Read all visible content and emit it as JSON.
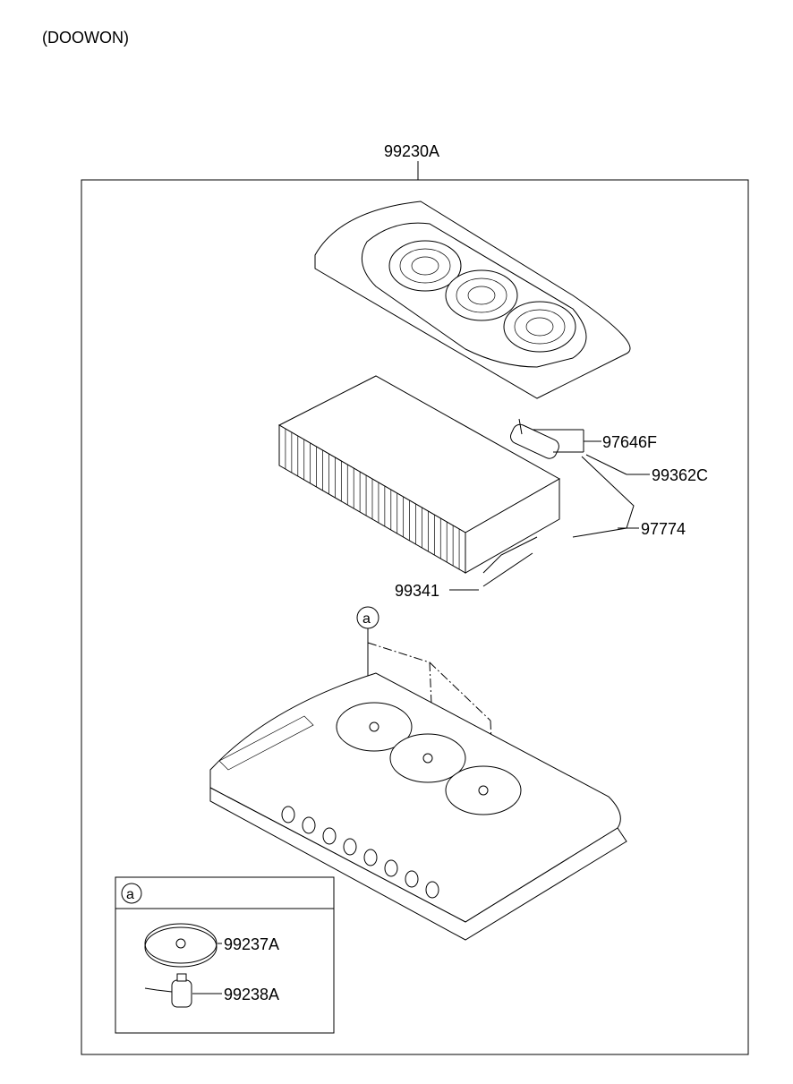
{
  "header": {
    "variant_note": "(DOOWON)"
  },
  "assembly": {
    "part_number": "99230A"
  },
  "callouts": [
    {
      "part_number": "97646F"
    },
    {
      "part_number": "99362C"
    },
    {
      "part_number": "97774"
    },
    {
      "part_number": "99341"
    }
  ],
  "reference_marker": {
    "label": "a"
  },
  "detail_box": {
    "marker": "a",
    "items": [
      {
        "part_number": "99237A"
      },
      {
        "part_number": "99238A"
      }
    ]
  }
}
